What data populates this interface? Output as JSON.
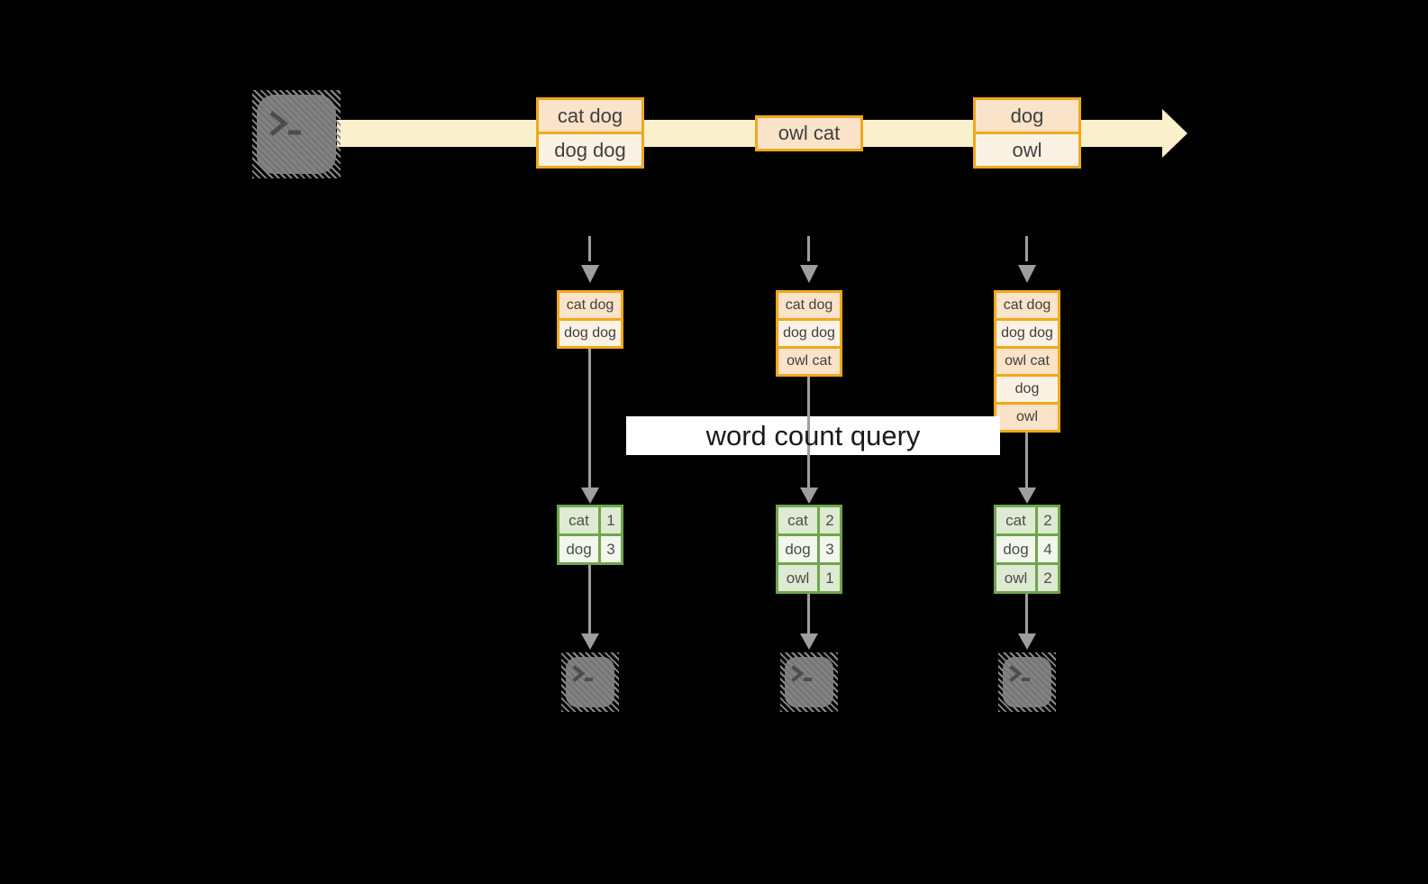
{
  "background": "#000000",
  "colors": {
    "stream_band": "#FAF0CB",
    "box_border": "#F0A81C",
    "box_fill_dark": "#FAE3C8",
    "box_fill_light": "#FCF2E4",
    "table_border": "#6FA54E",
    "table_fill_dark": "#DEEAD2",
    "table_fill_light": "#F2F6EC",
    "arrow_gray": "#9E9E9E",
    "terminal_gray": "#7C7C7C",
    "query_box_bg": "#FFFFFF",
    "text_dark": "#3F3F3F"
  },
  "stream": {
    "source_icon": "terminal-icon",
    "batches": [
      {
        "cells": [
          "cat dog",
          "dog dog"
        ]
      },
      {
        "cells": [
          "owl cat"
        ]
      },
      {
        "cells": [
          "dog",
          "owl"
        ]
      }
    ]
  },
  "query": {
    "label": "word count query"
  },
  "columns": [
    {
      "buffer": [
        "cat dog",
        "dog dog"
      ],
      "counts": [
        {
          "word": "cat",
          "count": "1"
        },
        {
          "word": "dog",
          "count": "3"
        }
      ],
      "sink_icon": "terminal-icon"
    },
    {
      "buffer": [
        "cat dog",
        "dog dog",
        "owl cat"
      ],
      "counts": [
        {
          "word": "cat",
          "count": "2"
        },
        {
          "word": "dog",
          "count": "3"
        },
        {
          "word": "owl",
          "count": "1"
        }
      ],
      "sink_icon": "terminal-icon"
    },
    {
      "buffer": [
        "cat dog",
        "dog dog",
        "owl cat",
        "dog",
        "owl"
      ],
      "counts": [
        {
          "word": "cat",
          "count": "2"
        },
        {
          "word": "dog",
          "count": "4"
        },
        {
          "word": "owl",
          "count": "2"
        }
      ],
      "sink_icon": "terminal-icon"
    }
  ]
}
